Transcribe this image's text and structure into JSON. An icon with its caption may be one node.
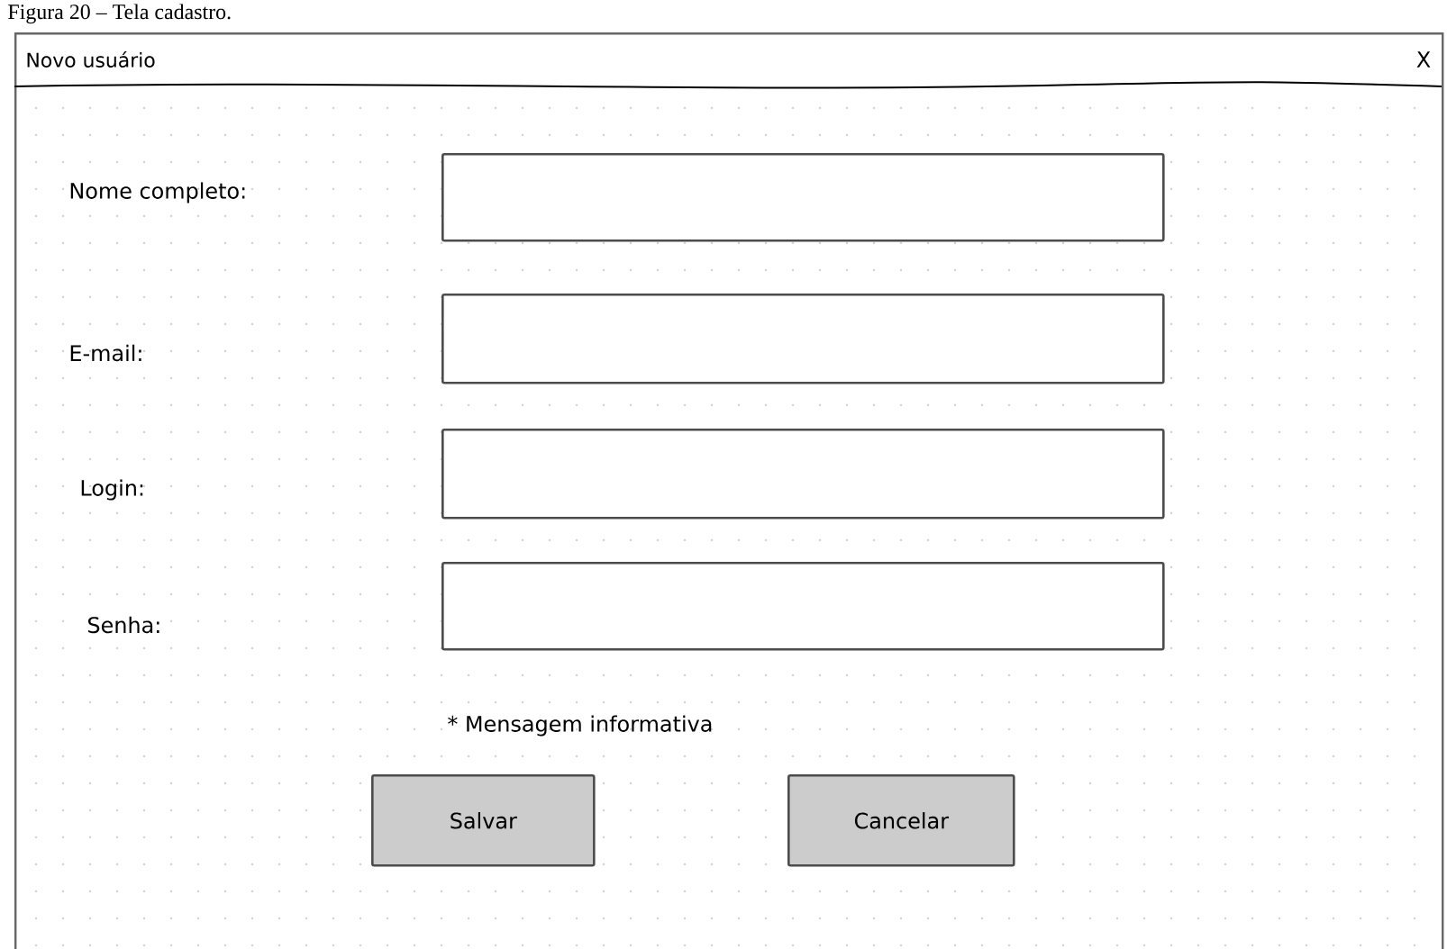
{
  "diagram": {
    "title": "Figura 20 – Tela cadastro.",
    "nodes": [
      {
        "text": [
          "Novo usuário"
        ]
      },
      {
        "text": [],
        "shape": "box",
        "in": 0
      },
      {
        "text": [],
        "shape": "box",
        "in": 0
      },
      {
        "text": [],
        "shape": "box",
        "in": 0
      },
      {
        "text": [],
        "shape": "box",
        "in": 0
      },
      {
        "text": [
          "Salvar"
        ],
        "in": 0
      },
      {
        "text": [
          "Cancelar"
        ],
        "in": 0
      }
    ],
    "edges": [],
    "labels": [
      "X",
      "Nome completo:",
      "E-mail:",
      "Login:",
      "Senha:",
      "* Mensagem informativa"
    ]
  }
}
